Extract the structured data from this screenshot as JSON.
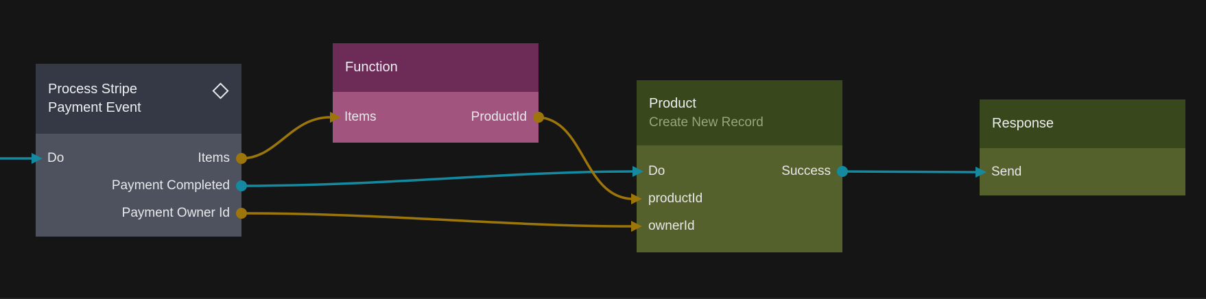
{
  "canvas": {
    "background": "#151515"
  },
  "nodes": {
    "process": {
      "title_line1": "Process Stripe",
      "title_line2": "Payment Event",
      "icon": "diamond-icon",
      "header_color": "#353945",
      "body_color": "#4e525e",
      "rows": [
        {
          "left": "Do",
          "right": "Items"
        },
        {
          "left": "",
          "right": "Payment Completed"
        },
        {
          "left": "",
          "right": "Payment Owner Id"
        }
      ]
    },
    "function": {
      "title": "Function",
      "header_color": "#6d2b57",
      "body_color": "#a1547e",
      "rows": [
        {
          "left": "Items",
          "right": "ProductId"
        }
      ]
    },
    "product": {
      "title": "Product",
      "subtitle": "Create New Record",
      "header_color": "#38471c",
      "body_color": "#55612c",
      "rows": [
        {
          "left": "Do",
          "right": "Success"
        },
        {
          "left": "productId",
          "right": ""
        },
        {
          "left": "ownerId",
          "right": ""
        }
      ]
    },
    "response": {
      "title": "Response",
      "header_color": "#38471c",
      "body_color": "#55612c",
      "rows": [
        {
          "left": "Send",
          "right": ""
        }
      ]
    }
  },
  "connections": [
    {
      "from": "external",
      "to": "process.Do",
      "color": "#1589a0"
    },
    {
      "from": "process.Items",
      "to": "function.Items",
      "color": "#9c750b"
    },
    {
      "from": "process.Payment Completed",
      "to": "product.Do",
      "color": "#1589a0"
    },
    {
      "from": "process.Payment Owner Id",
      "to": "product.ownerId",
      "color": "#9c750b"
    },
    {
      "from": "function.ProductId",
      "to": "product.productId",
      "color": "#9c750b"
    },
    {
      "from": "product.Success",
      "to": "response.Send",
      "color": "#1589a0"
    }
  ]
}
